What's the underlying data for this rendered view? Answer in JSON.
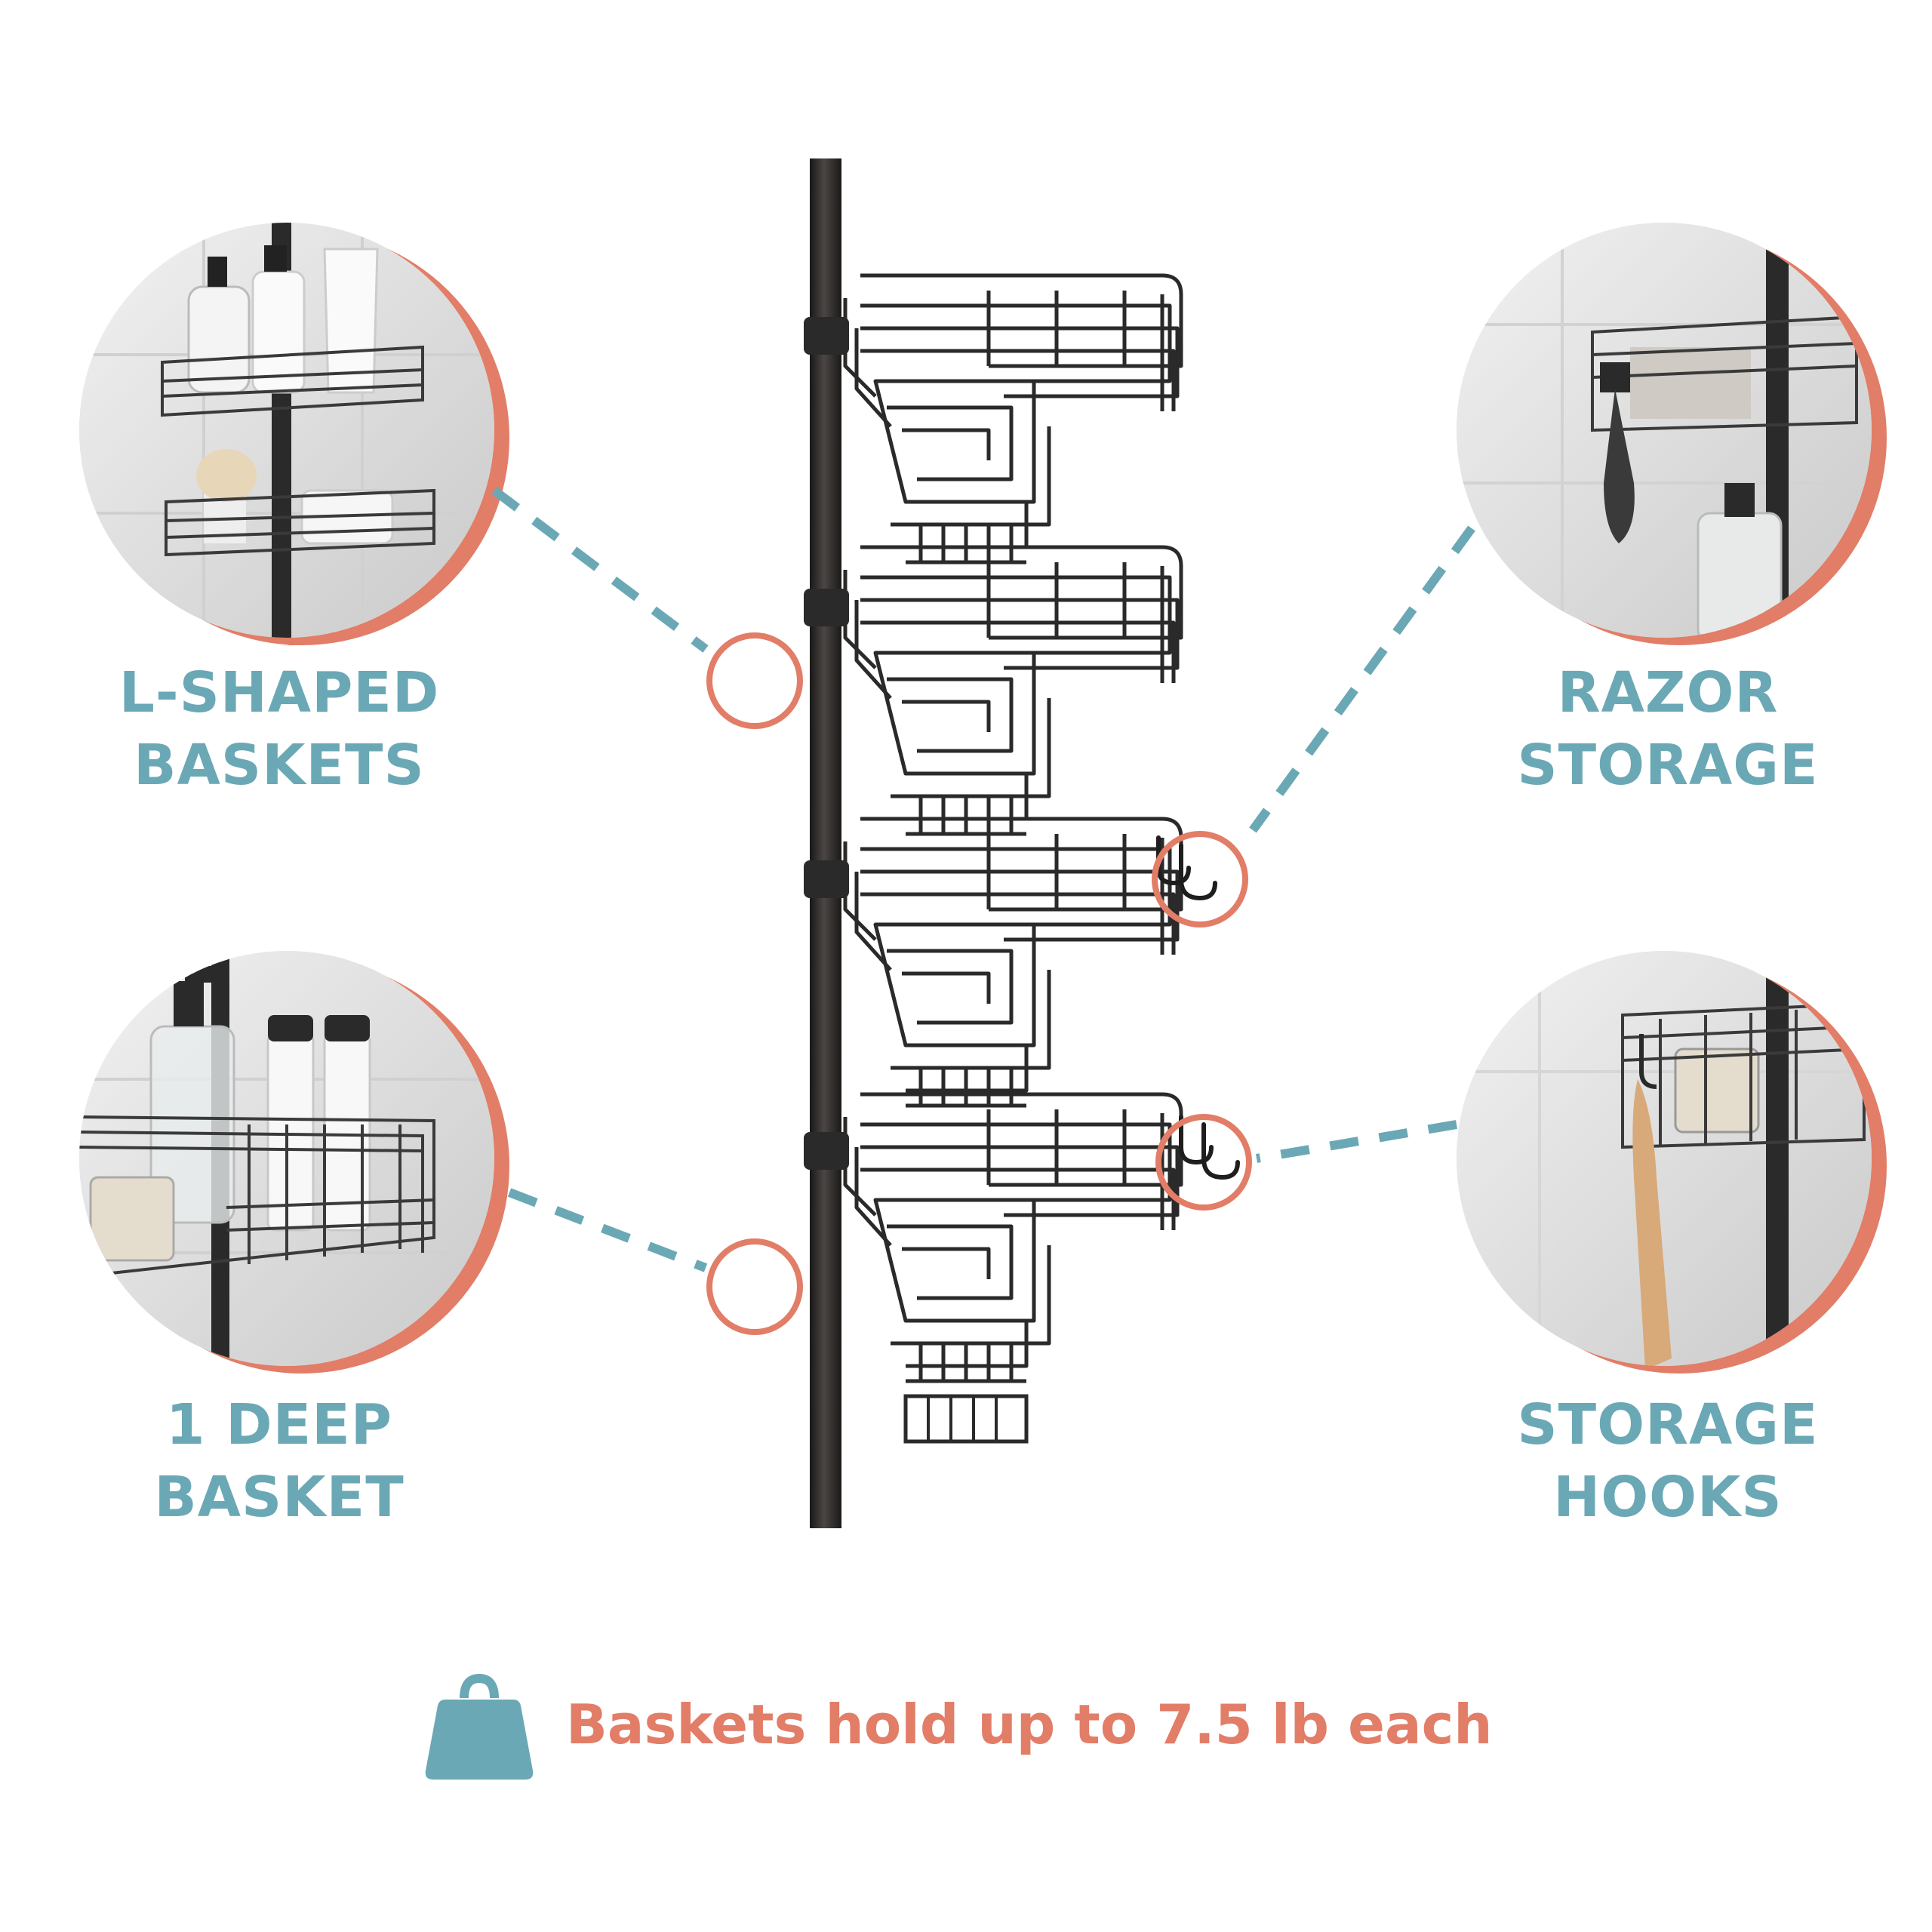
{
  "colors": {
    "accent_teal": "#6ba8b5",
    "accent_coral": "#e27d67",
    "rack_metal": "#2b2a2a",
    "background": "#ffffff"
  },
  "features": [
    {
      "id": "l-shaped-baskets",
      "lines": [
        "L-SHAPED",
        "BASKETS"
      ]
    },
    {
      "id": "deep-basket",
      "lines": [
        "1 DEEP",
        "BASKET"
      ]
    },
    {
      "id": "razor-storage",
      "lines": [
        "RAZOR",
        "STORAGE"
      ]
    },
    {
      "id": "storage-hooks",
      "lines": [
        "STORAGE",
        "HOOKS"
      ]
    }
  ],
  "capacity": {
    "icon": "weight-icon",
    "text": "Baskets hold up to 7.5 lb each"
  }
}
